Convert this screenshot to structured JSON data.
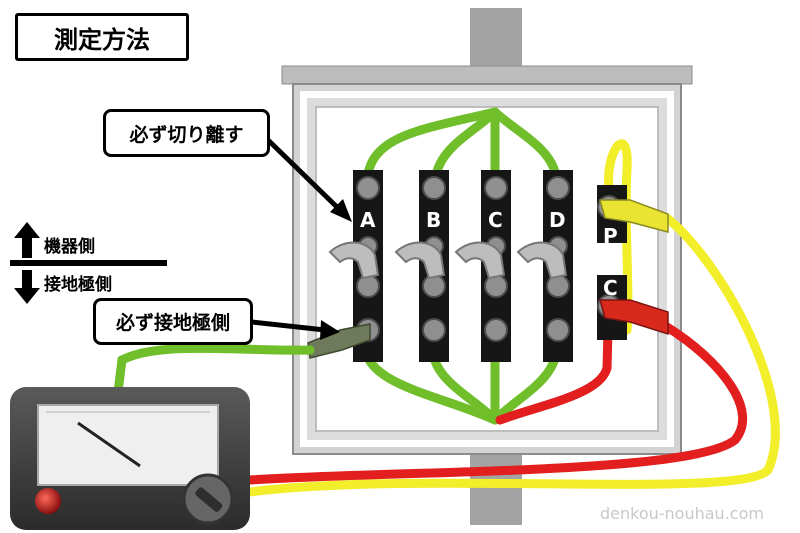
{
  "title": "測定方法",
  "callouts": {
    "disconnect": "必ず切り離す",
    "ground_side": "必ず接地極側"
  },
  "sides": {
    "equipment": "機器側",
    "ground_electrode": "接地極側"
  },
  "terminals": [
    "A",
    "B",
    "C",
    "D"
  ],
  "probe_terminals": [
    "P",
    "C"
  ],
  "watermark": "denkou-nouhau.com",
  "colors": {
    "green_wire": "#6fbe2a",
    "yellow_wire": "#f2ee2a",
    "red_wire": "#e21e1e",
    "box_frame": "#c9c9c9",
    "meter_body": "#3a3a3a"
  }
}
